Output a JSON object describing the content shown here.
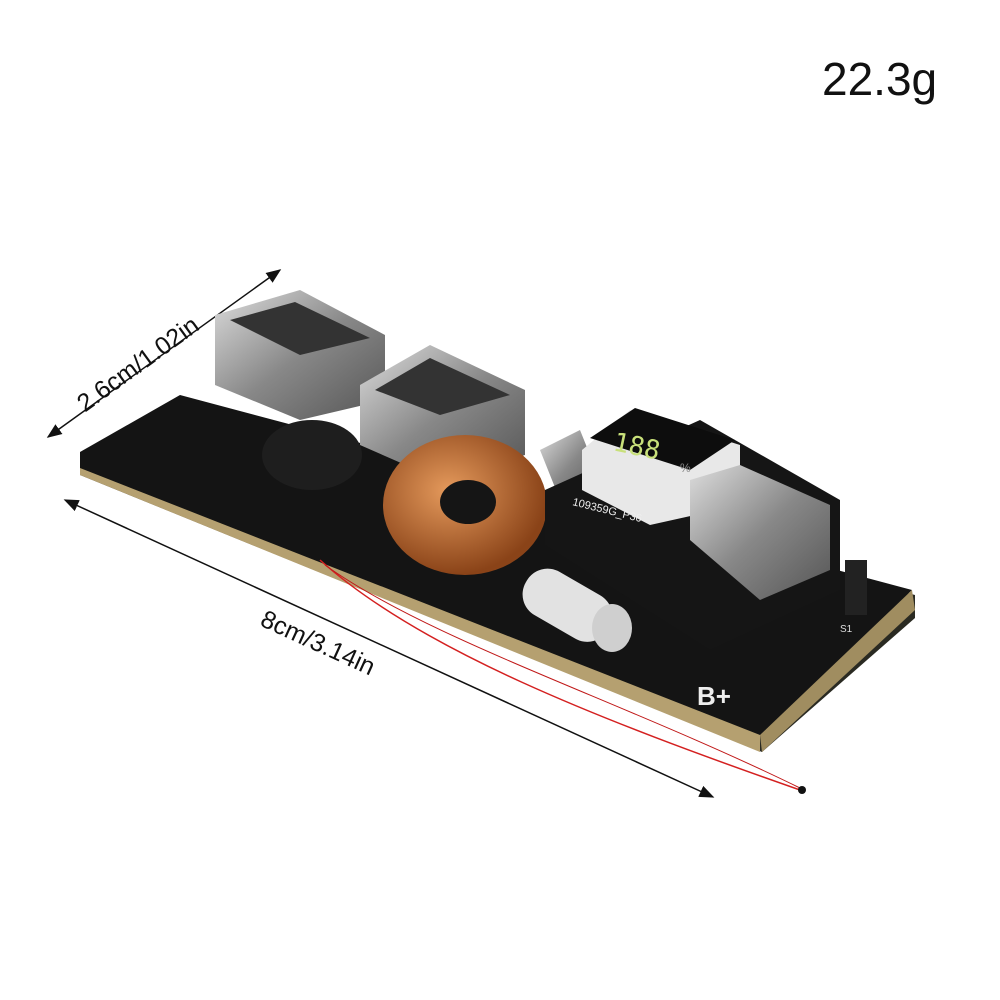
{
  "weight": "22.3g",
  "dimensions": {
    "width_label": "2.6cm/1.02in",
    "length_label": "8cm/3.14in"
  },
  "board": {
    "silkscreen_model": "109359G_P36",
    "terminal_label": "B+",
    "switch_label": "S1",
    "display_reading": "188",
    "display_unit": "%"
  },
  "colors": {
    "pcb": "#141414",
    "copper_coil": "#b8662e",
    "display_segments": "#c8e07a",
    "wire": "#d42020",
    "background": "#ffffff"
  }
}
